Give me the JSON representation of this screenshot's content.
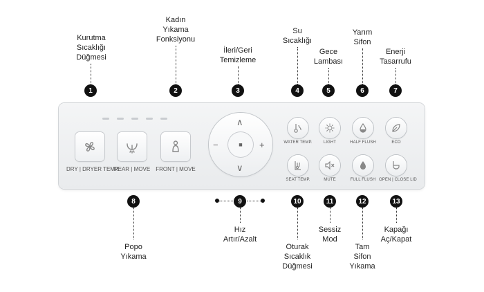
{
  "callouts": [
    {
      "num": "1",
      "text": "Kurutma\nSıcaklığı\nDüğmesi"
    },
    {
      "num": "2",
      "text": "Kadın\nYıkama\nFonksiyonu"
    },
    {
      "num": "3",
      "text": "İleri/Geri\nTemizleme"
    },
    {
      "num": "4",
      "text": "Su\nSıcaklığı"
    },
    {
      "num": "5",
      "text": "Gece\nLambası"
    },
    {
      "num": "6",
      "text": "Yarım\nSifon"
    },
    {
      "num": "7",
      "text": "Enerji\nTasarrufu"
    },
    {
      "num": "8",
      "text": "Popo\nYıkama"
    },
    {
      "num": "9",
      "text": "Hız\nArtır/Azalt"
    },
    {
      "num": "10",
      "text": "Oturak\nSıcaklık\nDüğmesi"
    },
    {
      "num": "11",
      "text": "Sessiz\nMod"
    },
    {
      "num": "12",
      "text": "Tam\nSifon\nYıkama"
    },
    {
      "num": "13",
      "text": "Kapağı\nAç/Kapat"
    }
  ],
  "panel": {
    "square_buttons": [
      {
        "label": "DRY | DRYER TEMP.",
        "icon": "fan-icon"
      },
      {
        "label": "REAR | MOVE",
        "icon": "rear-wash-icon"
      },
      {
        "label": "FRONT | MOVE",
        "icon": "front-wash-icon"
      }
    ],
    "dial": {
      "up": "∧",
      "down": "∨",
      "minus": "−",
      "plus": "+",
      "center": "■"
    },
    "round_buttons": [
      {
        "label": "WATER TEMP.",
        "icon": "thermometer-icon"
      },
      {
        "label": "LIGHT",
        "icon": "sun-icon"
      },
      {
        "label": "HALF FLUSH",
        "icon": "half-drop-icon"
      },
      {
        "label": "ECO",
        "icon": "leaf-icon"
      },
      {
        "label": "SEAT TEMP.",
        "icon": "seat-temp-icon"
      },
      {
        "label": "MUTE",
        "icon": "mute-icon"
      },
      {
        "label": "FULL FLUSH",
        "icon": "drop-icon"
      },
      {
        "label": "OPEN | CLOSE LID",
        "icon": "lid-icon"
      }
    ]
  }
}
